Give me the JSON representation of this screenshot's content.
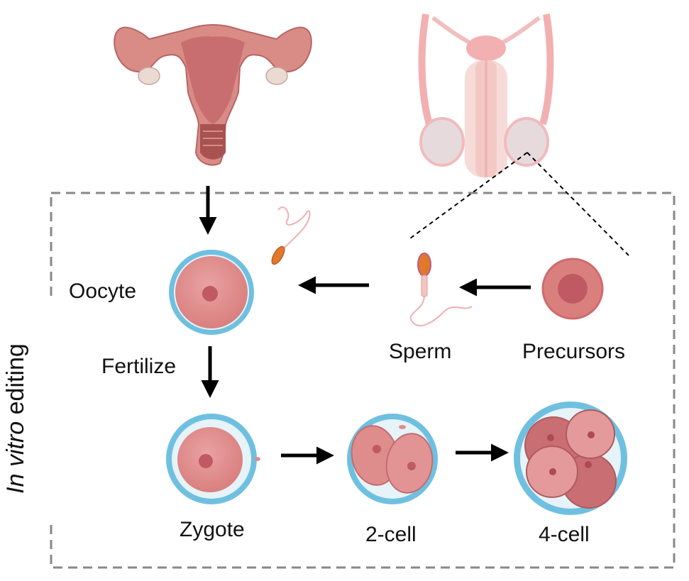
{
  "labels": {
    "oocyte": "Oocyte",
    "fertilize": "Fertilize",
    "sperm": "Sperm",
    "precursors": "Precursors",
    "zygote": "Zygote",
    "two_cell": "2-cell",
    "four_cell": "4-cell",
    "side_italic": "In vitro",
    "side_rest": " editing"
  },
  "colors": {
    "membrane": "#6fc0e0",
    "cell_fill": "#de8c8c",
    "cell_dark": "#c46c6e",
    "nucleus": "#c05a62",
    "female_organ": "#d98c86",
    "male_organ": "#f0b8b4",
    "arrow": "#000000",
    "box": "#888888"
  }
}
